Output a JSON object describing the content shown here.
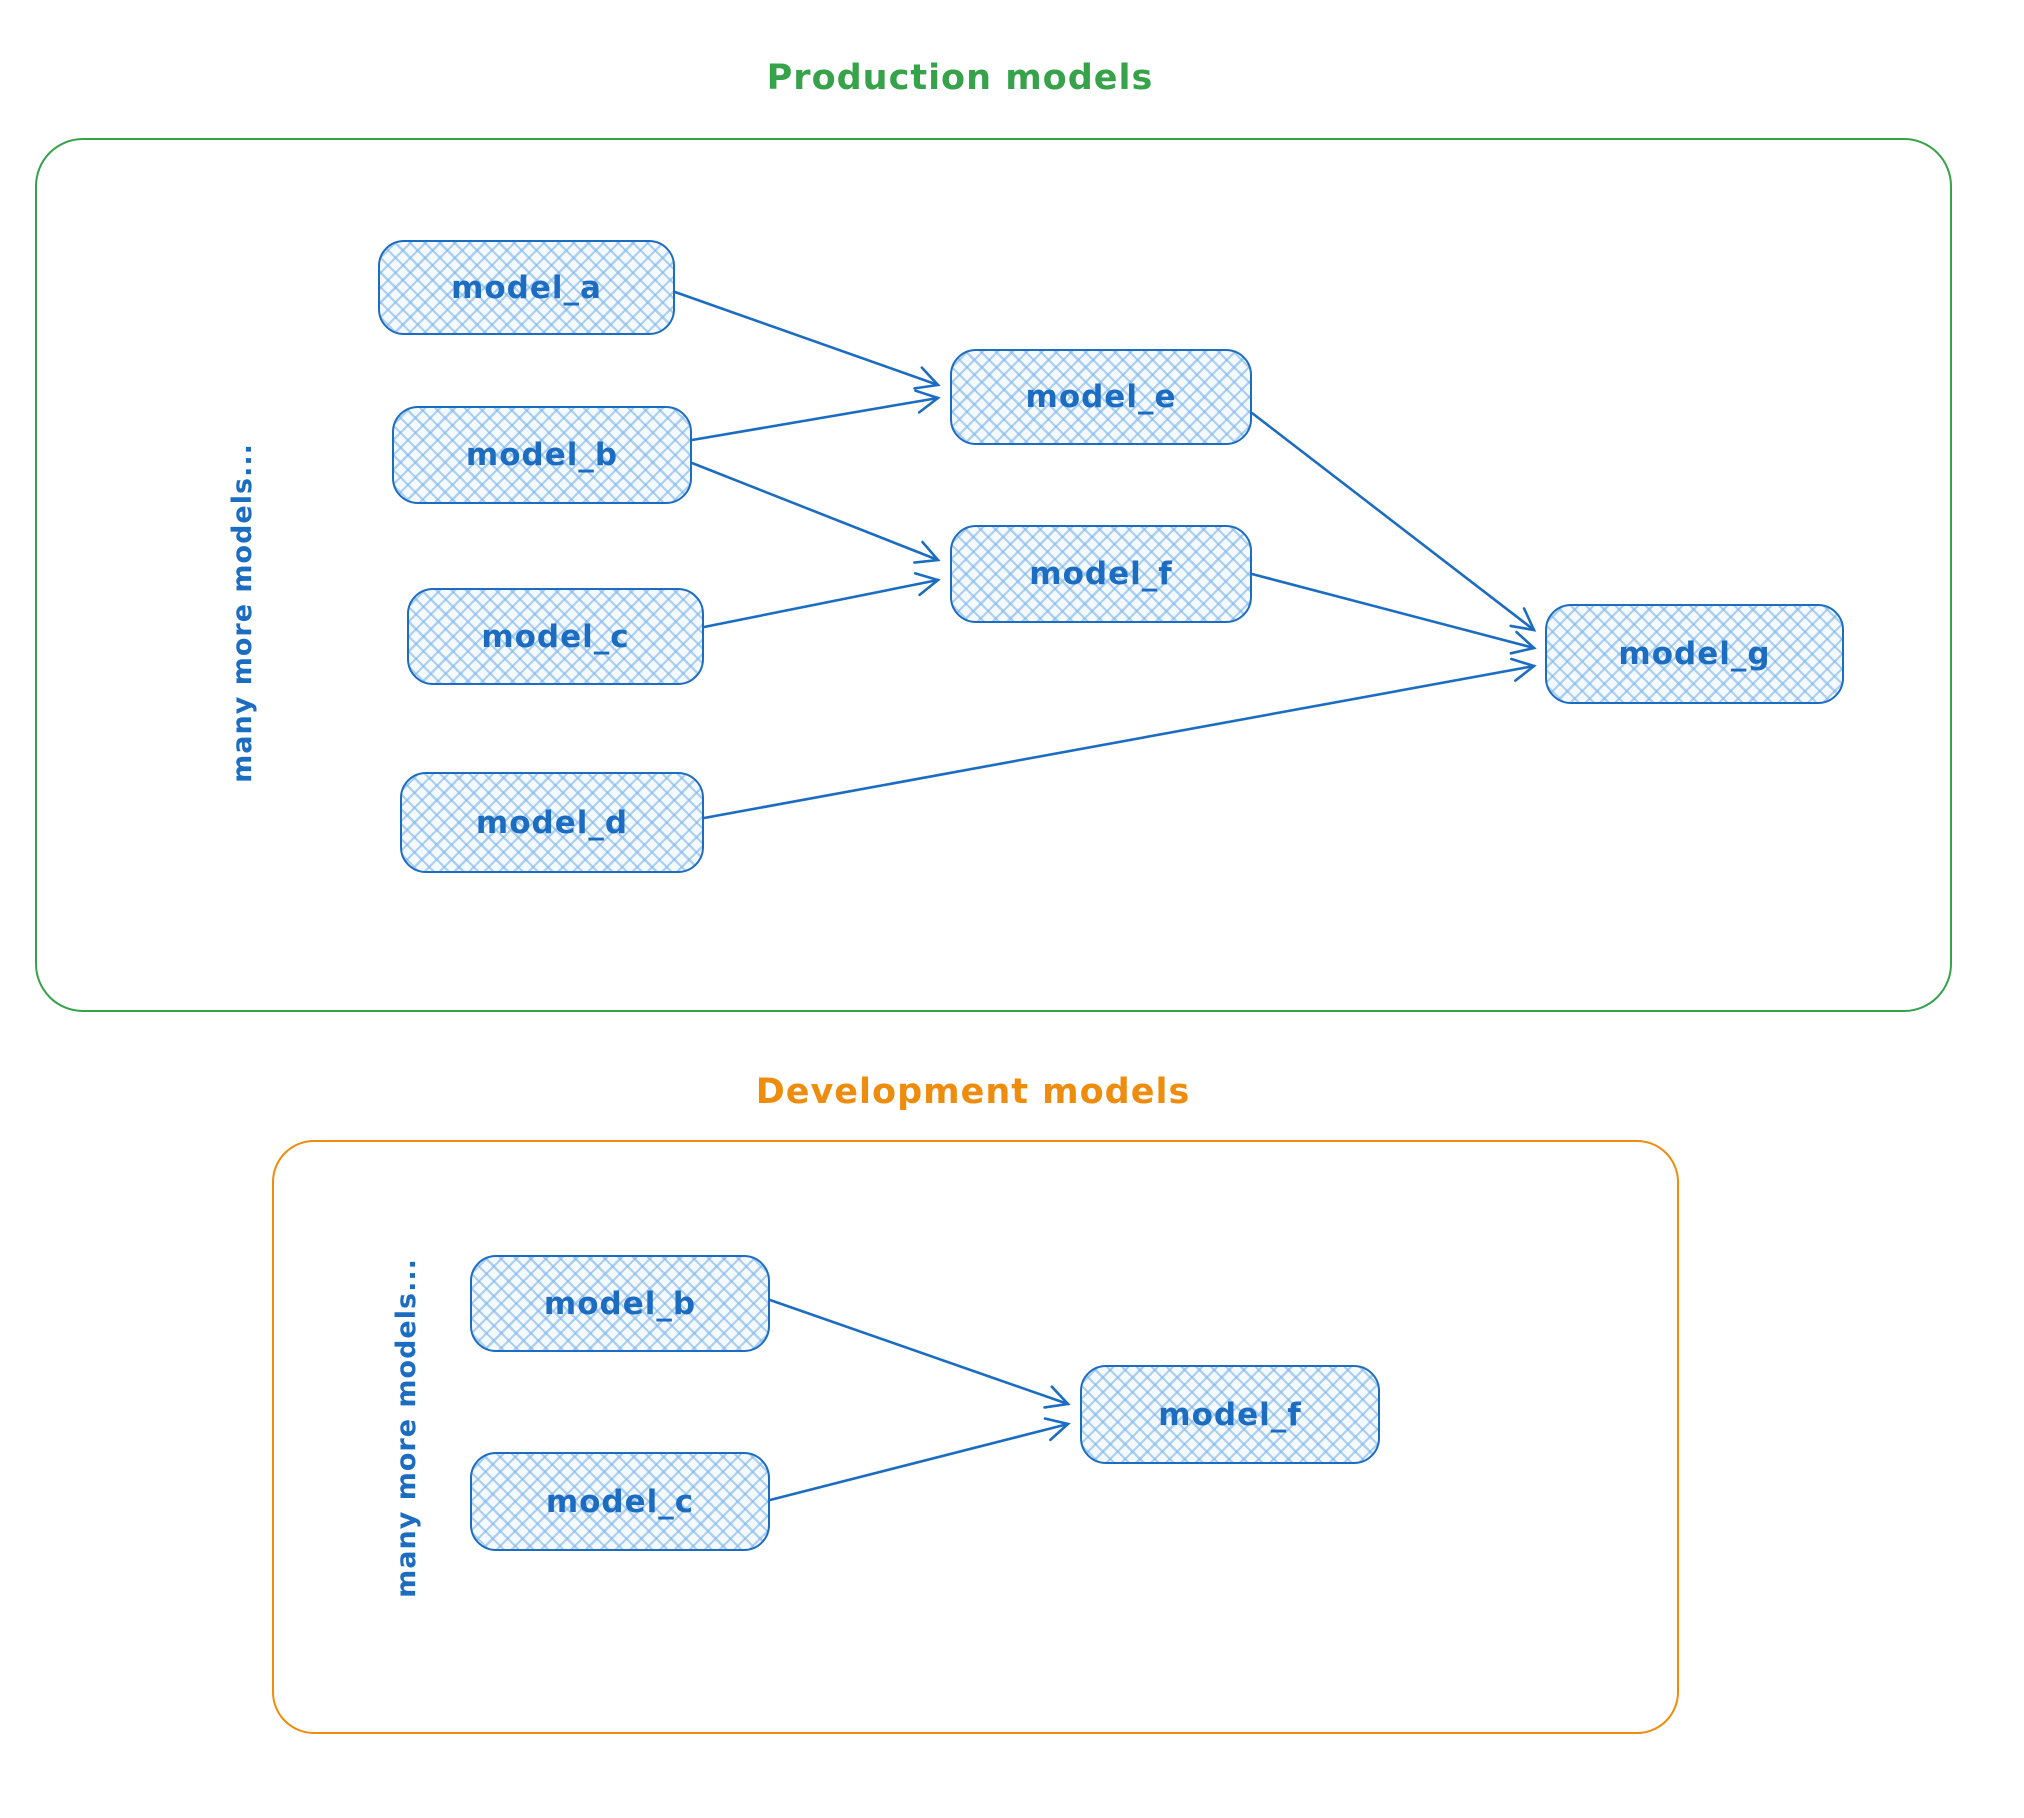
{
  "diagram": {
    "colors": {
      "node_stroke": "#1c6dc2",
      "node_fill_base": "#f4f9fe",
      "node_hatch": "#7db5e9",
      "arrow": "#1c6dc2",
      "note_text": "#1c6dc2",
      "production_accent": "#36a24a",
      "development_accent": "#ee8c0e"
    },
    "production": {
      "title": "Production models",
      "side_note": "many more models...",
      "nodes": {
        "a": "model_a",
        "b": "model_b",
        "c": "model_c",
        "d": "model_d",
        "e": "model_e",
        "f": "model_f",
        "g": "model_g"
      },
      "edges": [
        {
          "from": "model_a",
          "to": "model_e"
        },
        {
          "from": "model_b",
          "to": "model_e"
        },
        {
          "from": "model_b",
          "to": "model_f"
        },
        {
          "from": "model_c",
          "to": "model_f"
        },
        {
          "from": "model_e",
          "to": "model_g"
        },
        {
          "from": "model_f",
          "to": "model_g"
        },
        {
          "from": "model_d",
          "to": "model_g"
        }
      ]
    },
    "development": {
      "title": "Development models",
      "side_note": "many more models...",
      "nodes": {
        "b": "model_b",
        "c": "model_c",
        "f": "model_f"
      },
      "edges": [
        {
          "from": "model_b",
          "to": "model_f"
        },
        {
          "from": "model_c",
          "to": "model_f"
        }
      ]
    }
  }
}
